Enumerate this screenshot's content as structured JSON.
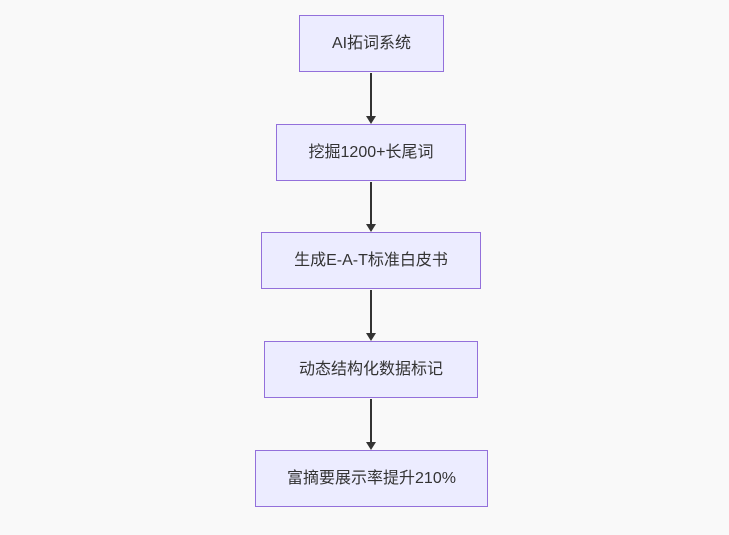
{
  "diagram": {
    "type": "flowchart",
    "direction": "top-to-bottom",
    "nodes": [
      {
        "id": "1",
        "label": "AI拓词系统"
      },
      {
        "id": "2",
        "label": "挖掘1200+长尾词"
      },
      {
        "id": "3",
        "label": "生成E-A-T标准白皮书"
      },
      {
        "id": "4",
        "label": "动态结构化数据标记"
      },
      {
        "id": "5",
        "label": "富摘要展示率提升210%"
      }
    ],
    "edges": [
      {
        "from": "AI拓词系统",
        "to": "挖掘1200+长尾词"
      },
      {
        "from": "挖掘1200+长尾词",
        "to": "生成E-A-T标准白皮书"
      },
      {
        "from": "生成E-A-T标准白皮书",
        "to": "动态结构化数据标记"
      },
      {
        "from": "动态结构化数据标记",
        "to": "富摘要展示率提升210%"
      }
    ],
    "colors": {
      "background": "#f9f9f9",
      "node_fill": "#ececff",
      "node_border": "#9370db",
      "text": "#333333",
      "arrow": "#333333"
    }
  }
}
